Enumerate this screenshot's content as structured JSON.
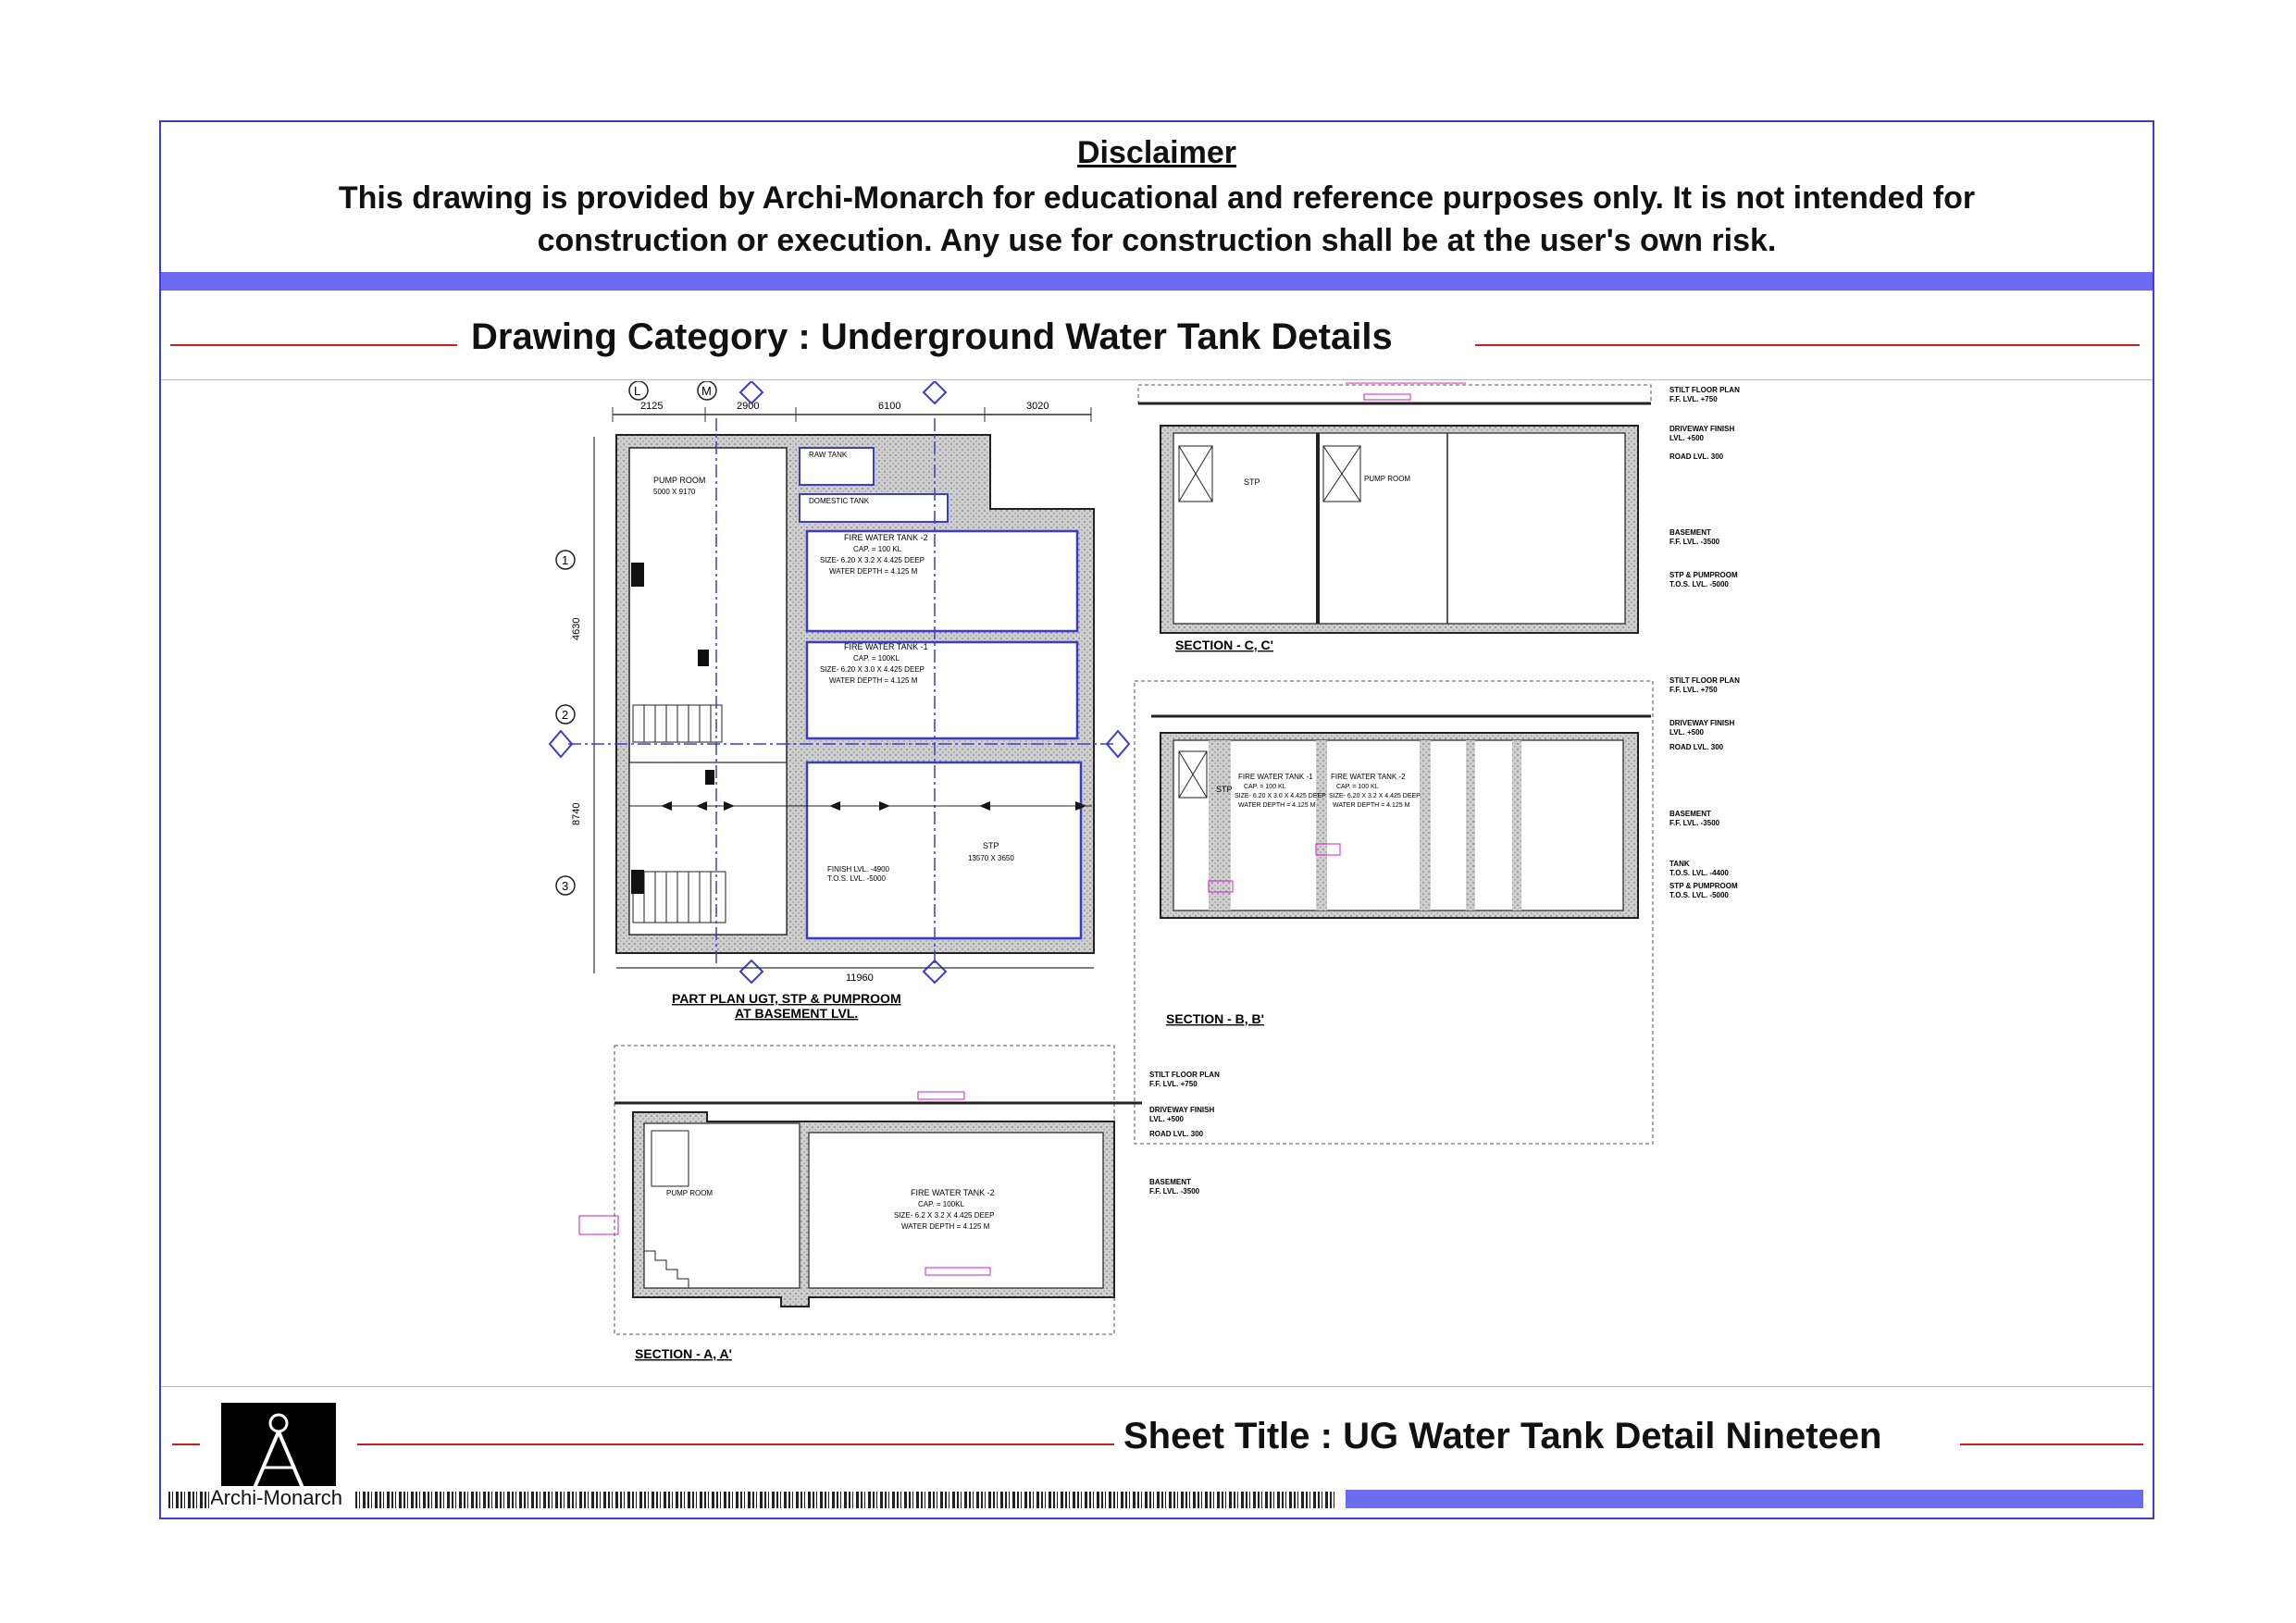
{
  "disclaimer": {
    "title": "Disclaimer",
    "line1": "This drawing is provided by Archi-Monarch for educational and reference purposes only. It is not intended for",
    "line2": "construction or execution. Any use for construction shall be at the user's own risk."
  },
  "category": {
    "label": "Drawing Category : Underground Water Tank Details"
  },
  "plan": {
    "title_line1": "PART PLAN  UGT, STP & PUMPROOM",
    "title_line2": "AT BASEMENT LVL.",
    "dim_top": [
      "2125",
      "2900",
      "6100",
      "3020"
    ],
    "dim_bottom": "11960",
    "grid_letters": [
      "L",
      "M"
    ],
    "grid_numbers": [
      "1",
      "2",
      "3"
    ],
    "dim_left": [
      "4630",
      "8740"
    ],
    "rooms": {
      "pump_room": "PUMP ROOM",
      "pump_room_size": "5000 X 9170",
      "raw_tank": "RAW TANK",
      "domestic_tank": "DOMESTIC TANK",
      "fire_tank_2": "FIRE WATER TANK -2",
      "fire_tank_2_cap": "CAP. = 100 KL",
      "fire_tank_2_size": "SIZE- 6.20 X 3.2 X 4.425 DEEP",
      "fire_tank_2_depth": "WATER DEPTH = 4.125 M",
      "fire_tank_1": "FIRE WATER TANK -1",
      "fire_tank_1_cap": "CAP. = 100KL",
      "fire_tank_1_size": "SIZE- 6.20 X 3.0 X 4.425 DEEP",
      "fire_tank_1_depth": "WATER DEPTH = 4.125 M",
      "stp": "STP",
      "stp_size": "13570 X 3650",
      "finish_lvl": "FINISH LVL. -4900",
      "tos_lvl": "T.O.S. LVL. -5000"
    }
  },
  "section_cc": {
    "title": "SECTION - C, C'",
    "labels": [
      "STP",
      "PUMP ROOM"
    ]
  },
  "section_bb": {
    "title": "SECTION - B, B'",
    "labels": [
      "STP",
      "FIRE WATER TANK -1",
      "CAP. = 100 KL",
      "SIZE- 6.20 X 3.0 X 4.425 DEEP",
      "WATER DEPTH = 4.125 M",
      "FIRE WATER TANK -2",
      "CAP. = 100 KL",
      "SIZE- 6.20 X 3.2 X 4.425 DEEP",
      "WATER DEPTH = 4.125 M"
    ]
  },
  "section_aa": {
    "title": "SECTION - A, A'",
    "labels": [
      "PUMP ROOM",
      "FIRE WATER TANK -2",
      "CAP. = 100KL",
      "SIZE- 6.2 X 3.2 X 4.425 DEEP",
      "WATER DEPTH = 4.125 M"
    ]
  },
  "levels": {
    "stilt": "STILT FLOOR PLAN",
    "stilt_lvl": "F.F. LVL. +750",
    "driveway": "DRIVEWAY FINISH",
    "driveway_lvl": "LVL. +500",
    "road": "ROAD LVL. 300",
    "basement": "BASEMENT",
    "basement_lvl": "F.F. LVL. -3500",
    "tank": "TANK",
    "tank_lvl": "T.O.S. LVL. -4400",
    "stp_pump": "STP & PUMPROOM",
    "stp_pump_lvl": "T.O.S. LVL. -5000"
  },
  "footer": {
    "sheet_title": "Sheet Title : UG Water Tank Detail Nineteen",
    "brand": "Archi-Monarch"
  },
  "colors": {
    "frame": "#3b3bd0",
    "bar": "#6b6bf0",
    "rule": "#c81e1e",
    "magenta": "#d21ed2"
  }
}
